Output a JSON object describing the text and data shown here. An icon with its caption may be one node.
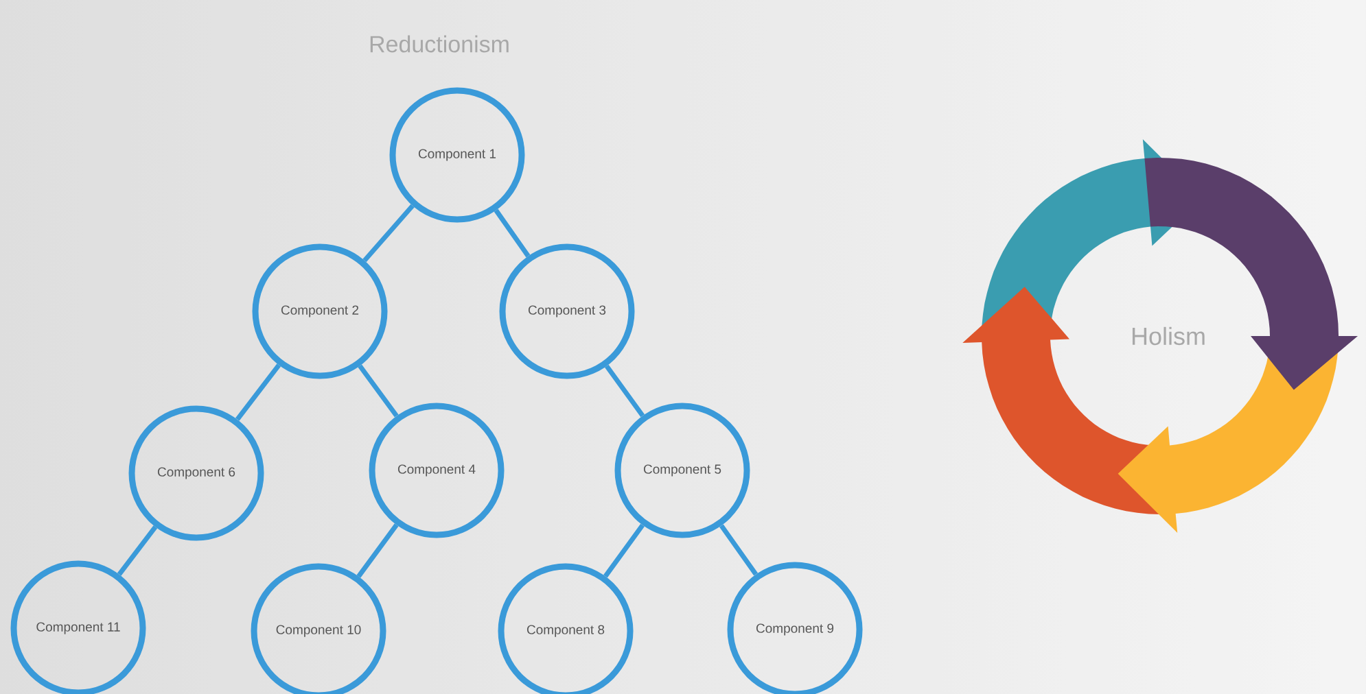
{
  "diagram": {
    "title": "Reductionism",
    "nodes": [
      {
        "text": [
          "Component 1"
        ]
      },
      {
        "text": [
          "Component 2"
        ]
      },
      {
        "text": [
          "Component 3"
        ]
      },
      {
        "text": [
          "Component 6"
        ]
      },
      {
        "text": [
          "Component 4"
        ]
      },
      {
        "text": [
          "Component 5"
        ]
      },
      {
        "text": [
          "Component 11"
        ]
      },
      {
        "text": [
          "Component 10"
        ]
      },
      {
        "text": [
          "Component 8"
        ]
      },
      {
        "text": [
          "Component 9"
        ]
      }
    ],
    "edges": [
      {
        "from": 0,
        "to": 1,
        "arrow": "none"
      },
      {
        "from": 0,
        "to": 2,
        "arrow": "none"
      },
      {
        "from": 1,
        "to": 3,
        "arrow": "none"
      },
      {
        "from": 1,
        "to": 4,
        "arrow": "none"
      },
      {
        "from": 2,
        "to": 5,
        "arrow": "none"
      },
      {
        "from": 3,
        "to": 6,
        "arrow": "none"
      },
      {
        "from": 4,
        "to": 7,
        "arrow": "none"
      },
      {
        "from": 5,
        "to": 8,
        "arrow": "none"
      },
      {
        "from": 5,
        "to": 9,
        "arrow": "none"
      }
    ],
    "labels": [
      "Holism"
    ]
  }
}
